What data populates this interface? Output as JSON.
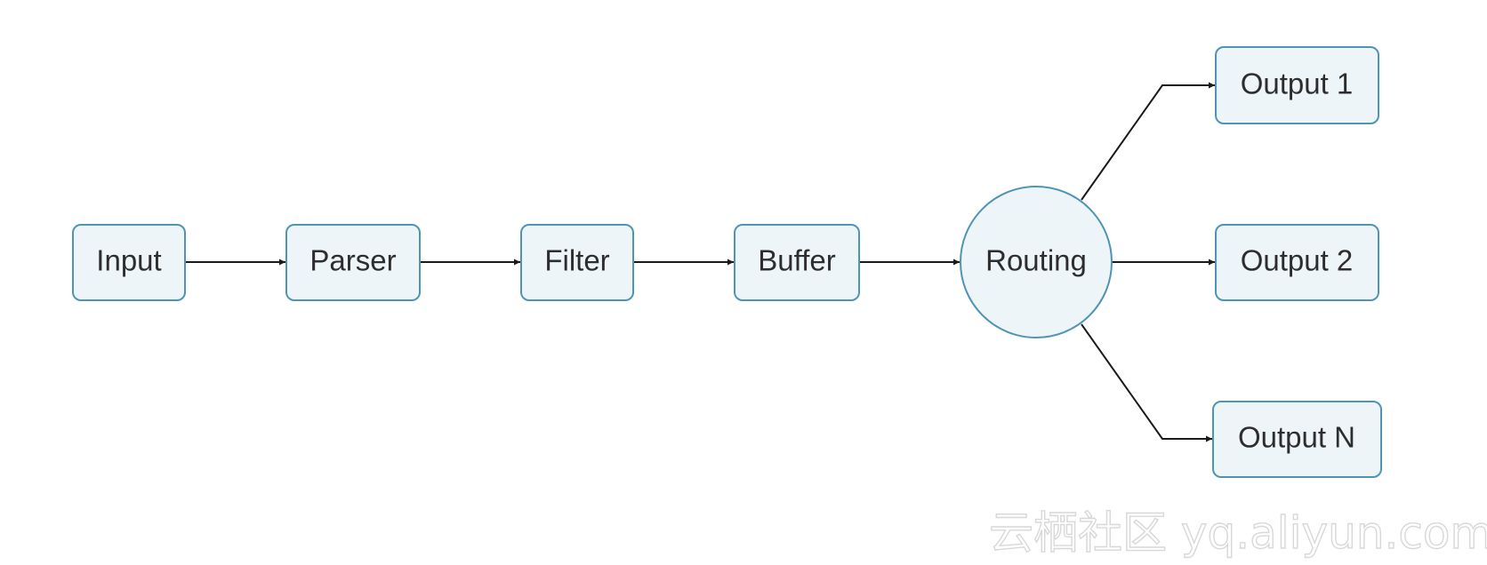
{
  "nodes": {
    "input": "Input",
    "parser": "Parser",
    "filter": "Filter",
    "buffer": "Buffer",
    "routing": "Routing",
    "output1": "Output 1",
    "output2": "Output 2",
    "outputN": "Output N"
  },
  "watermark": "云栖社区 yq.aliyun.com",
  "colors": {
    "node_fill": "#eef5f9",
    "node_border": "#4e95b4",
    "edge": "#1a1a1a",
    "text": "#2d2d2d"
  }
}
